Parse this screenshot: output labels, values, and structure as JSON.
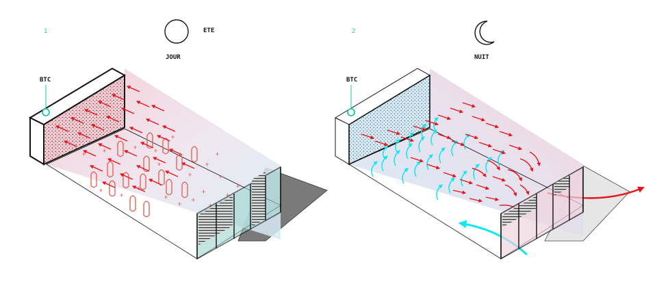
{
  "panels": [
    {
      "number": "1",
      "period": "JOUR",
      "season": "ETE",
      "unit": "BTC",
      "period_icon": "sun-icon"
    },
    {
      "number": "2",
      "period": "NUIT",
      "season": "",
      "unit": "BTC",
      "period_icon": "moon-icon"
    }
  ],
  "colors": {
    "warm_air": "#e8141c",
    "cool_air": "#12e6f0",
    "sensor": "#19c9a6",
    "outline": "#111111",
    "shadow": "#7a7a7a",
    "glass": "#9fd3cf",
    "heat_gradient": "#f2c2cb",
    "cool_gradient": "#cfe6f4"
  }
}
